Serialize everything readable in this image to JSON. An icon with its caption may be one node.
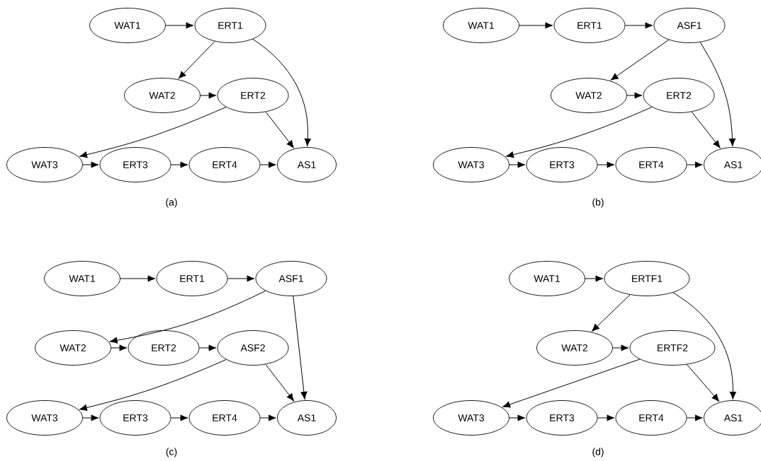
{
  "diagram": {
    "nodes": [
      {
        "text": [
          "WAT1"
        ]
      },
      {
        "text": [
          "ERT1"
        ]
      },
      {
        "text": [
          "WAT2"
        ]
      },
      {
        "text": [
          "ERT2"
        ]
      },
      {
        "text": [
          "WAT3"
        ]
      },
      {
        "text": [
          "ERT3"
        ]
      },
      {
        "text": [
          "ERT4"
        ]
      },
      {
        "text": [
          "AS1"
        ]
      },
      {
        "text": [
          "WAT1"
        ]
      },
      {
        "text": [
          "ERT1"
        ]
      },
      {
        "text": [
          "ASF1"
        ]
      },
      {
        "text": [
          "WAT2"
        ]
      },
      {
        "text": [
          "ERT2"
        ]
      },
      {
        "text": [
          "WAT3"
        ]
      },
      {
        "text": [
          "ERT3"
        ]
      },
      {
        "text": [
          "ERT4"
        ]
      },
      {
        "text": [
          "AS1"
        ]
      },
      {
        "text": [
          "WAT1"
        ]
      },
      {
        "text": [
          "ERT1"
        ]
      },
      {
        "text": [
          "ASF1"
        ]
      },
      {
        "text": [
          "WAT2"
        ]
      },
      {
        "text": [
          "ERT2"
        ]
      },
      {
        "text": [
          "ASF2"
        ]
      },
      {
        "text": [
          "WAT3"
        ]
      },
      {
        "text": [
          "ERT3"
        ]
      },
      {
        "text": [
          "ERT4"
        ]
      },
      {
        "text": [
          "AS1"
        ]
      },
      {
        "text": [
          "WAT1"
        ]
      },
      {
        "text": [
          "ERTF1"
        ]
      },
      {
        "text": [
          "WAT2"
        ]
      },
      {
        "text": [
          "ERTF2"
        ]
      },
      {
        "text": [
          "WAT3"
        ]
      },
      {
        "text": [
          "ERT3"
        ]
      },
      {
        "text": [
          "ERT4"
        ]
      },
      {
        "text": [
          "AS1"
        ]
      }
    ],
    "edges": [
      {
        "from": 0,
        "to": 1,
        "arrow": "to"
      },
      {
        "from": 1,
        "to": 2,
        "arrow": "to"
      },
      {
        "from": 1,
        "to": 7,
        "arrow": "to"
      },
      {
        "from": 2,
        "to": 3,
        "arrow": "to"
      },
      {
        "from": 3,
        "to": 4,
        "arrow": "to"
      },
      {
        "from": 3,
        "to": 7,
        "arrow": "to"
      },
      {
        "from": 4,
        "to": 5,
        "arrow": "to"
      },
      {
        "from": 5,
        "to": 6,
        "arrow": "to"
      },
      {
        "from": 6,
        "to": 7,
        "arrow": "to"
      },
      {
        "from": 8,
        "to": 9,
        "arrow": "to"
      },
      {
        "from": 9,
        "to": 10,
        "arrow": "to"
      },
      {
        "from": 10,
        "to": 11,
        "arrow": "to"
      },
      {
        "from": 10,
        "to": 16,
        "arrow": "to"
      },
      {
        "from": 11,
        "to": 12,
        "arrow": "to"
      },
      {
        "from": 12,
        "to": 13,
        "arrow": "to"
      },
      {
        "from": 12,
        "to": 16,
        "arrow": "to"
      },
      {
        "from": 13,
        "to": 14,
        "arrow": "to"
      },
      {
        "from": 14,
        "to": 15,
        "arrow": "to"
      },
      {
        "from": 15,
        "to": 16,
        "arrow": "to"
      },
      {
        "from": 17,
        "to": 18,
        "arrow": "to"
      },
      {
        "from": 18,
        "to": 19,
        "arrow": "to"
      },
      {
        "from": 19,
        "to": 20,
        "arrow": "to"
      },
      {
        "from": 19,
        "to": 26,
        "arrow": "to"
      },
      {
        "from": 20,
        "to": 21,
        "arrow": "to"
      },
      {
        "from": 21,
        "to": 22,
        "arrow": "to"
      },
      {
        "from": 22,
        "to": 23,
        "arrow": "to"
      },
      {
        "from": 22,
        "to": 26,
        "arrow": "to"
      },
      {
        "from": 23,
        "to": 24,
        "arrow": "to"
      },
      {
        "from": 24,
        "to": 25,
        "arrow": "to"
      },
      {
        "from": 25,
        "to": 26,
        "arrow": "to"
      },
      {
        "from": 27,
        "to": 28,
        "arrow": "to"
      },
      {
        "from": 28,
        "to": 29,
        "arrow": "to"
      },
      {
        "from": 28,
        "to": 34,
        "arrow": "to"
      },
      {
        "from": 29,
        "to": 30,
        "arrow": "to"
      },
      {
        "from": 30,
        "to": 31,
        "arrow": "to"
      },
      {
        "from": 30,
        "to": 34,
        "arrow": "to"
      },
      {
        "from": 31,
        "to": 32,
        "arrow": "to"
      },
      {
        "from": 32,
        "to": 33,
        "arrow": "to"
      },
      {
        "from": 33,
        "to": 34,
        "arrow": "to"
      }
    ],
    "labels": [
      "(a)",
      "(b)",
      "(c)",
      "(d)"
    ]
  }
}
